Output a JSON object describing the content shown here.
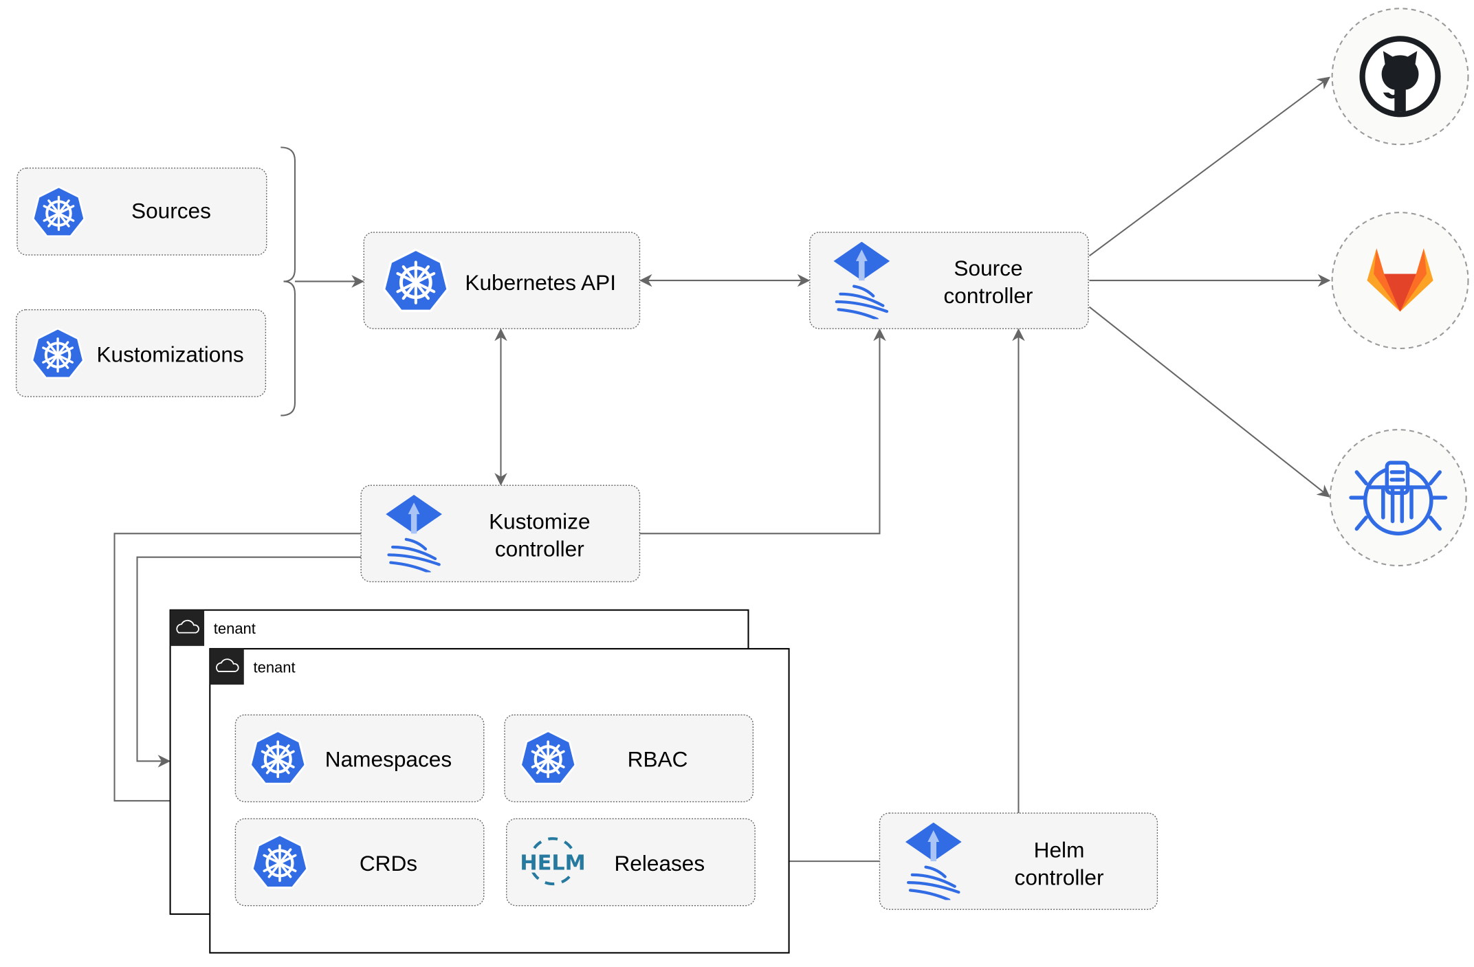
{
  "nodes": {
    "sources": "Sources",
    "kustomizations": "Kustomizations",
    "kubernetes_api": "Kubernetes API",
    "source_controller": [
      "Source",
      "controller"
    ],
    "kustomize_controller": [
      "Kustomize",
      "controller"
    ],
    "helm_controller": [
      "Helm",
      "controller"
    ],
    "namespaces": "Namespaces",
    "rbac": "RBAC",
    "crds": "CRDs",
    "releases": "Releases"
  },
  "groups": {
    "tenant_back": "tenant",
    "tenant_front": "tenant"
  },
  "external": [
    {
      "icon": "github-icon"
    },
    {
      "icon": "gitlab-icon"
    },
    {
      "icon": "bucket-icon"
    }
  ],
  "logos": {
    "helm": "HELM"
  },
  "colors": {
    "kubernetes_blue": "#326ce5",
    "edge": "#666666",
    "box_fill": "#f5f5f5",
    "gitlab_orange": "#e24329",
    "helm_blue": "#277a9f"
  }
}
